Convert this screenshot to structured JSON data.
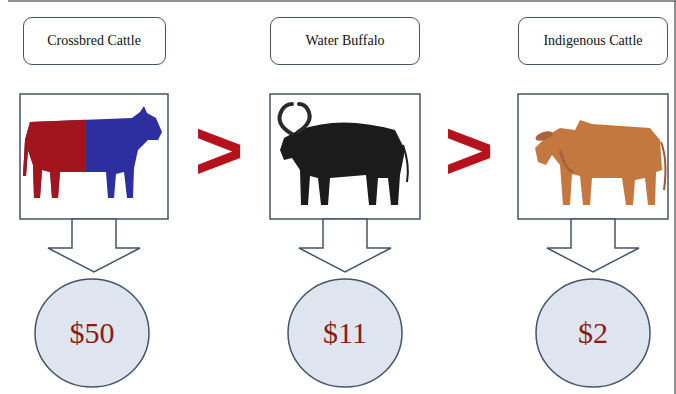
{
  "diagram": {
    "nodes": [
      {
        "text": [
          "Crossbred Cattle"
        ]
      },
      {
        "text": [
          "Water Buffalo"
        ]
      },
      {
        "text": [
          "Indigenous Cattle"
        ]
      },
      {
        "text": [
          "$50"
        ]
      },
      {
        "text": [
          "$11"
        ]
      },
      {
        "text": [
          "$2"
        ]
      }
    ],
    "labels": [
      ">",
      ">"
    ]
  }
}
